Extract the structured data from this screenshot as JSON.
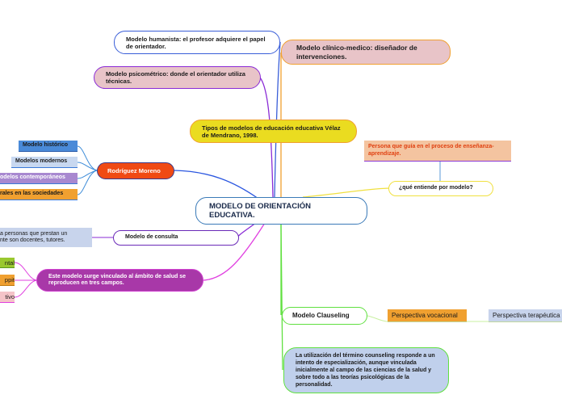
{
  "central": "MODELO DE ORIENTACIÓN EDUCATIVA.",
  "nodes": {
    "humanista": "Modelo humanista: el profesor adquiere el papel de orientador.",
    "clinico": "Modelo clínico-medico: diseñador de intervenciones.",
    "psicometrico": "Modelo psicométrico: donde el orientador utiliza técnicas.",
    "tipos": "Tipos de modelos de educación educativa Vélaz de Mendrano, 1998.",
    "rodriguez": "Rodríguez Moreno",
    "historico": "Modelo histórico",
    "modernos": "Modelos modernos",
    "contemporaneos": "odelos contemporáneos",
    "sociedades": "rales en las sociedades",
    "persona_guia": "Persona que guía en el proceso de enseñanza-aprendizaje.",
    "entiende": "¿qué entiende por modelo?",
    "consulta": "Modelo de consulta",
    "consulta_note": "a personas que prestan un\nnte son docentes, tutores.",
    "salud": "Este modelo surge vinculado al ámbito de salud se reproducen en tres campos.",
    "campo1": "ntal",
    "campo2": "ppit",
    "campo3": "tivo",
    "clauseling": "Modelo Clauseling",
    "vocacional": "Perspectiva vocacional",
    "terapeutica": "Perspectiva terapéutica",
    "counseling": "La utilización del término counseling responde a un intento de especialización, aunque vinculada inicialmente al campo de las ciencias de la salud y sobre todo a las teorías psicológicas de la personalidad."
  },
  "colors": {
    "blue": "#3a5ed8",
    "purple": "#8a2bd6",
    "orange": "#f0a030",
    "yellow_line": "#f0e040",
    "magenta": "#e040e0",
    "green": "#60e040",
    "central_border": "#3a7ab8"
  }
}
